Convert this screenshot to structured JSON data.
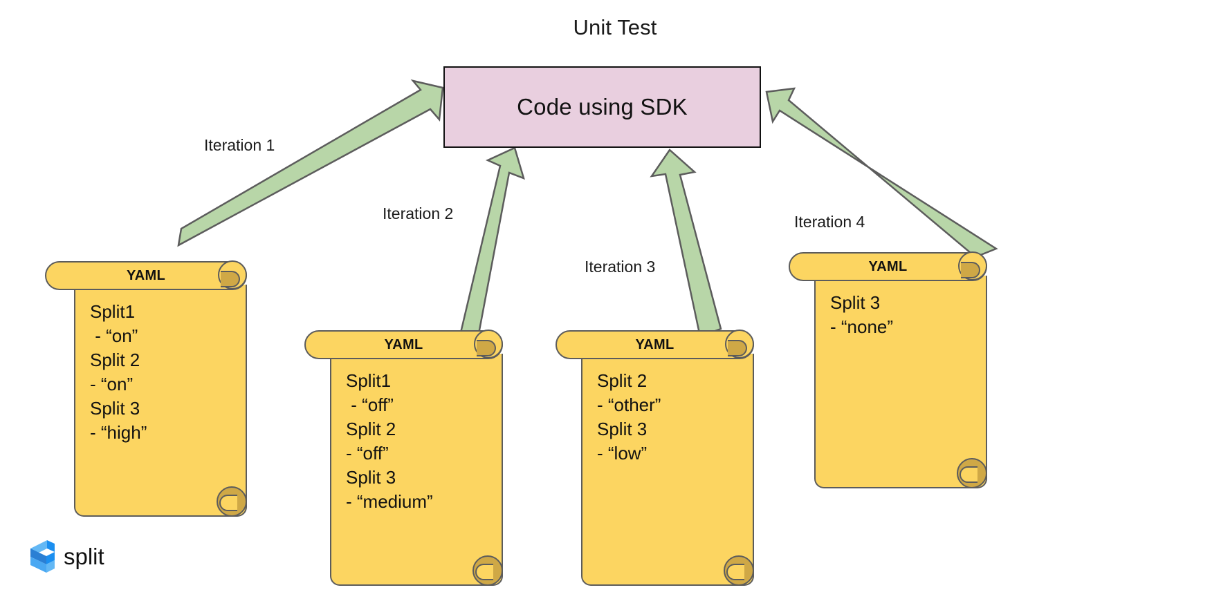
{
  "diagram": {
    "title": "Unit Test",
    "center_node": {
      "label": "Code using SDK",
      "fill_color": "#e9cfdf",
      "stroke_color": "#111111"
    },
    "arrow_color": "#b8d6a8",
    "arrow_stroke_color": "#5c5c5c",
    "arrows": [
      {
        "label": "Iteration 1",
        "from": "yaml-1",
        "to": "code-using-sdk"
      },
      {
        "label": "Iteration 2",
        "from": "yaml-2",
        "to": "code-using-sdk"
      },
      {
        "label": "Iteration 3",
        "from": "yaml-3",
        "to": "code-using-sdk"
      },
      {
        "label": "Iteration 4",
        "from": "yaml-4",
        "to": "code-using-sdk"
      }
    ],
    "scrolls": [
      {
        "id": "yaml-1",
        "header": "YAML",
        "fill_color": "#fcd561",
        "curl_color": "#cfa846",
        "body": "Split1\n - “on”\nSplit 2\n- “on”\nSplit 3\n- “high”"
      },
      {
        "id": "yaml-2",
        "header": "YAML",
        "fill_color": "#fcd561",
        "curl_color": "#cfa846",
        "body": "Split1\n - “off”\nSplit 2\n- “off”\nSplit 3\n- “medium”"
      },
      {
        "id": "yaml-3",
        "header": "YAML",
        "fill_color": "#fcd561",
        "curl_color": "#cfa846",
        "body": "Split 2\n- “other”\nSplit 3\n- “low”"
      },
      {
        "id": "yaml-4",
        "header": "YAML",
        "fill_color": "#fcd561",
        "curl_color": "#cfa846",
        "body": "Split 3\n- “none”"
      }
    ],
    "logo": {
      "wordmark": "split",
      "color_dark": "#1b8ff0",
      "color_light": "#63b8f5",
      "text_color": "#111111"
    }
  }
}
